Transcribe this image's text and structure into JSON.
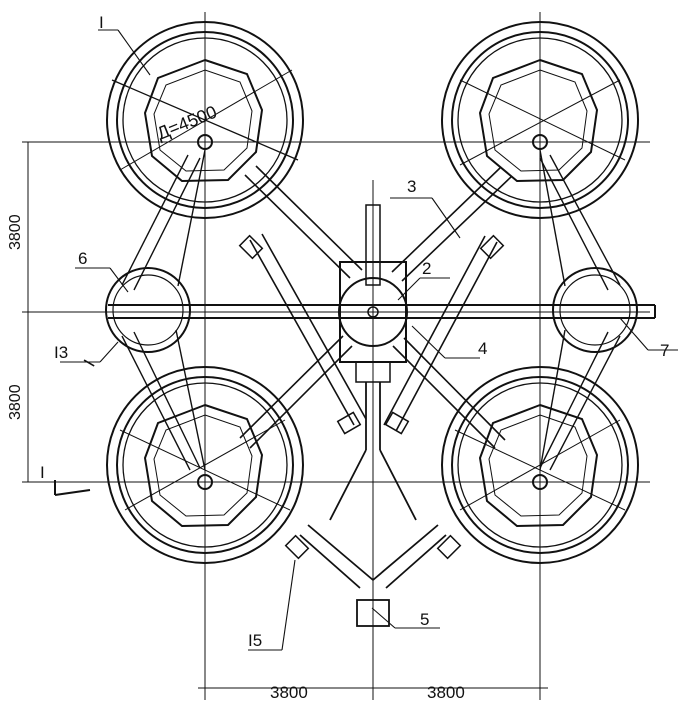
{
  "drawing": {
    "labels": {
      "tank_top_left": "I",
      "diameter": "Д=4500",
      "callout_2": "2",
      "callout_3": "3",
      "callout_4": "4",
      "callout_5": "5",
      "callout_6": "6",
      "callout_7": "7",
      "callout_13": "I3",
      "callout_15": "I5",
      "section_mark_a": "I",
      "section_mark_b": "I"
    },
    "dimensions": {
      "left_upper": "3800",
      "left_lower": "3800",
      "bottom_left": "3800",
      "bottom_right": "3800"
    }
  }
}
